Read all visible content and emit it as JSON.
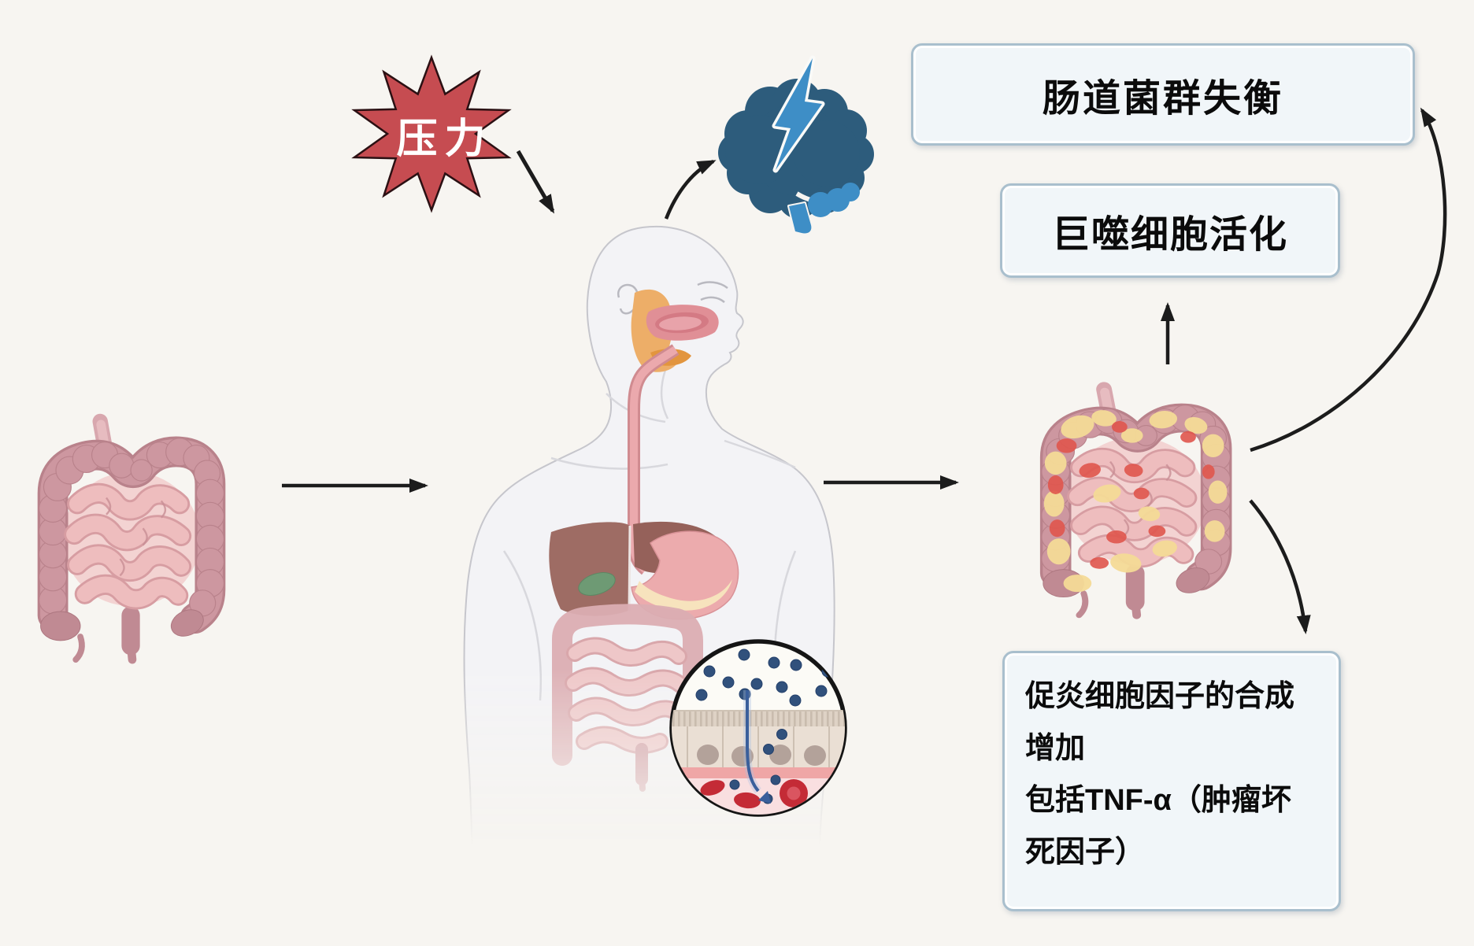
{
  "canvas": {
    "background_color": "#f7f5f1",
    "arrow_color": "#1c1c1c"
  },
  "stress_burst": {
    "icon": "starburst-icon",
    "label": "压力",
    "fill_color": "#c64c51",
    "text_color": "#ffffff"
  },
  "brain": {
    "icon": "brain-lightning-icon",
    "body_color": "#2d5c7c",
    "accent_color": "#3e8ec6"
  },
  "illustrations": {
    "left": "healthy-intestine-illustration",
    "center": "human-digestive-system-figure",
    "inset": "intestinal-epithelium-inset",
    "right": "inflamed-intestine-illustration",
    "inflammation_colors": [
      "#f5db97",
      "#e0564d"
    ],
    "intestine_color": "#cd97a0"
  },
  "boxes": {
    "style": {
      "background": "#f1f6f9",
      "border_color": "#a9bfcd",
      "text_color": "#0b0b0b"
    },
    "dysbiosis": {
      "label": "肠道菌群失衡"
    },
    "macrophage": {
      "label": "巨噬细胞活化"
    },
    "cytokines": {
      "lines": [
        "促炎细胞因子的合成",
        "增加",
        "包括TNF-α（肿瘤坏",
        "死因子）"
      ]
    }
  }
}
